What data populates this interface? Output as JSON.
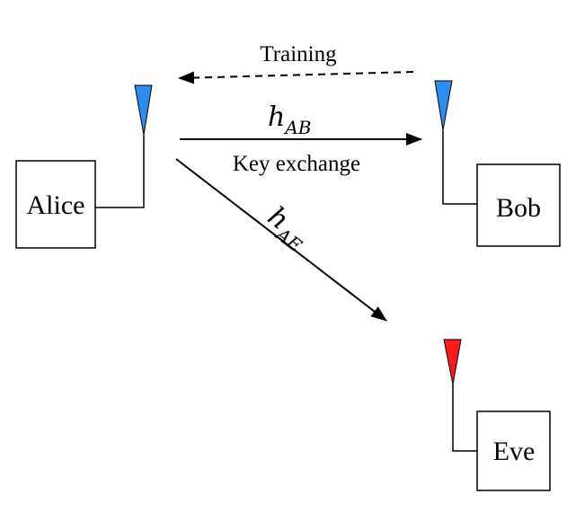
{
  "nodes": {
    "alice": {
      "label": "Alice"
    },
    "bob": {
      "label": "Bob"
    },
    "eve": {
      "label": "Eve"
    }
  },
  "edges": {
    "training": {
      "label": "Training"
    },
    "key_exchange": {
      "label": "Key exchange"
    },
    "h_ab": {
      "symbol": "h",
      "subscript": "AB"
    },
    "h_ae": {
      "symbol": "h",
      "subscript": "AE"
    }
  },
  "colors": {
    "legitimate_antenna": "#2c8df0",
    "eavesdropper_antenna": "#ff1a1a",
    "stroke": "#000000"
  }
}
